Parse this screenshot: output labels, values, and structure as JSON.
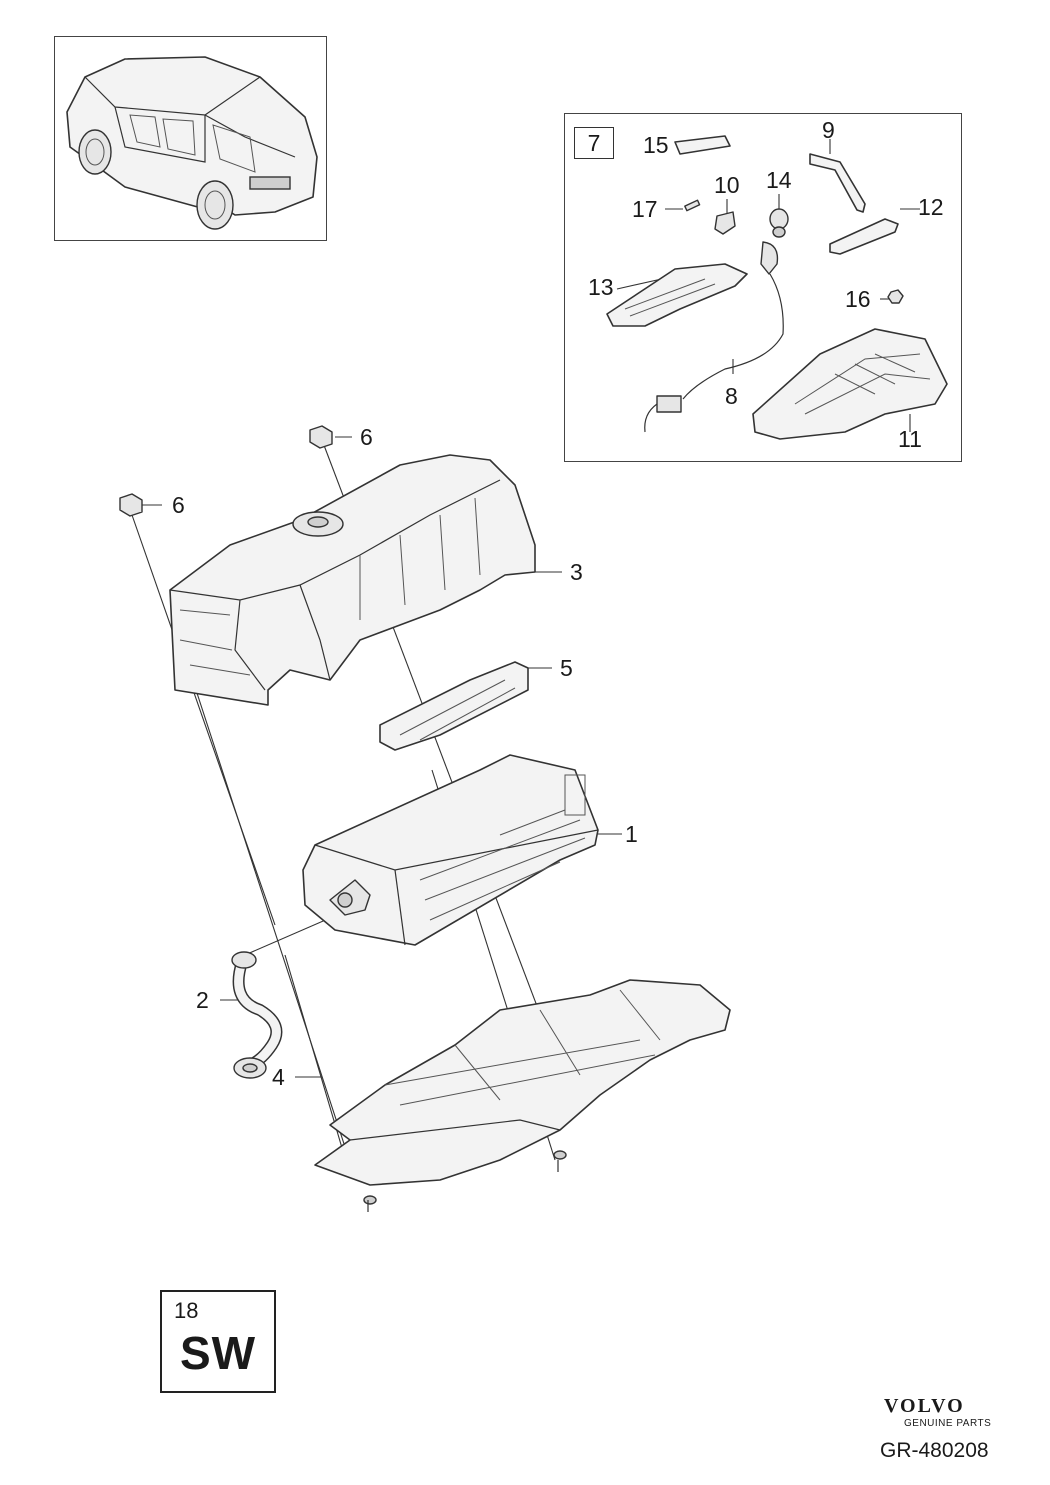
{
  "callouts": {
    "c1": "1",
    "c2": "2",
    "c3": "3",
    "c4": "4",
    "c5": "5",
    "c6a": "6",
    "c6b": "6",
    "c7": "7",
    "c8": "8",
    "c9": "9",
    "c10": "10",
    "c11": "11",
    "c12": "12",
    "c13": "13",
    "c14": "14",
    "c15": "15",
    "c16": "16",
    "c17": "17"
  },
  "section_box": {
    "number": "18",
    "code": "SW"
  },
  "brand": {
    "logo": "VOLVO",
    "tagline": "GENUINE PARTS",
    "reference": "GR-480208"
  }
}
